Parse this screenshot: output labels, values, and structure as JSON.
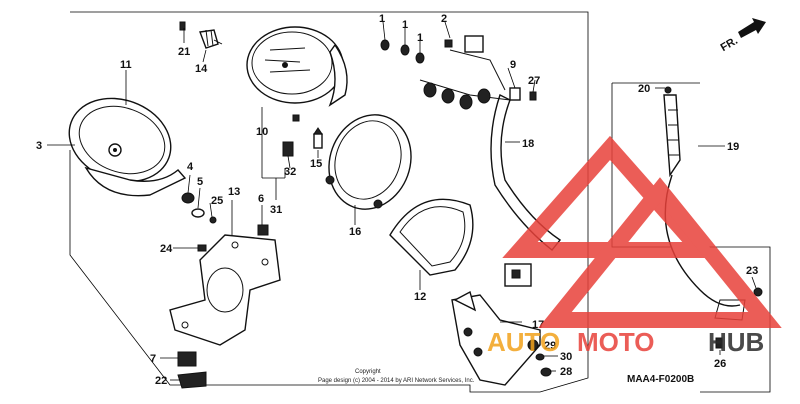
{
  "diagram": {
    "part_numbers": {
      "p1a": "1",
      "p1b": "1",
      "p1c": "1",
      "p2": "2",
      "p3": "3",
      "p4": "4",
      "p5": "5",
      "p6": "6",
      "p7": "7",
      "p9": "9",
      "p10": "10",
      "p11": "11",
      "p12": "12",
      "p13": "13",
      "p14": "14",
      "p15": "15",
      "p16": "16",
      "p17": "17",
      "p18": "18",
      "p19": "19",
      "p20": "20",
      "p21": "21",
      "p22": "22",
      "p23": "23",
      "p24": "24",
      "p25": "25",
      "p26": "26",
      "p27": "27",
      "p28": "28",
      "p29": "29",
      "p30": "30",
      "p31": "31",
      "p32": "32"
    },
    "front_label": "FR.",
    "diagram_code": "MAA4-F0200B",
    "copyright_line1": "Copyright",
    "copyright_line2": "Page design (c) 2004 - 2014 by ARI Network Services, Inc."
  },
  "watermark": {
    "text_auto": "AUTO",
    "text_moto": "MOTO",
    "text_hub": "HUB",
    "color_red": "#e8413a",
    "color_orange": "#f2a21c",
    "color_dark": "#2b2b2b"
  }
}
